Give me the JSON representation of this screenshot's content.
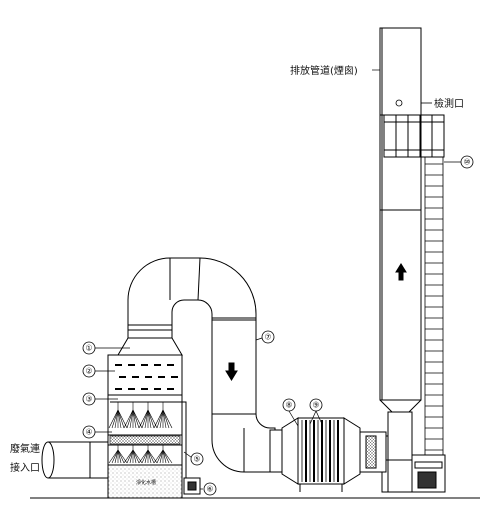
{
  "labels": {
    "exhaust_pipe": "排放管道(煙囪)",
    "inspection_port": "檢測口",
    "waste_gas_inlet_line1": "廢氣連",
    "waste_gas_inlet_line2": "接入口",
    "tank_label": "淨化水槽"
  },
  "callouts": [
    "①",
    "②",
    "③",
    "④",
    "⑤",
    "⑥",
    "⑦",
    "⑧",
    "⑨",
    "⑩"
  ]
}
